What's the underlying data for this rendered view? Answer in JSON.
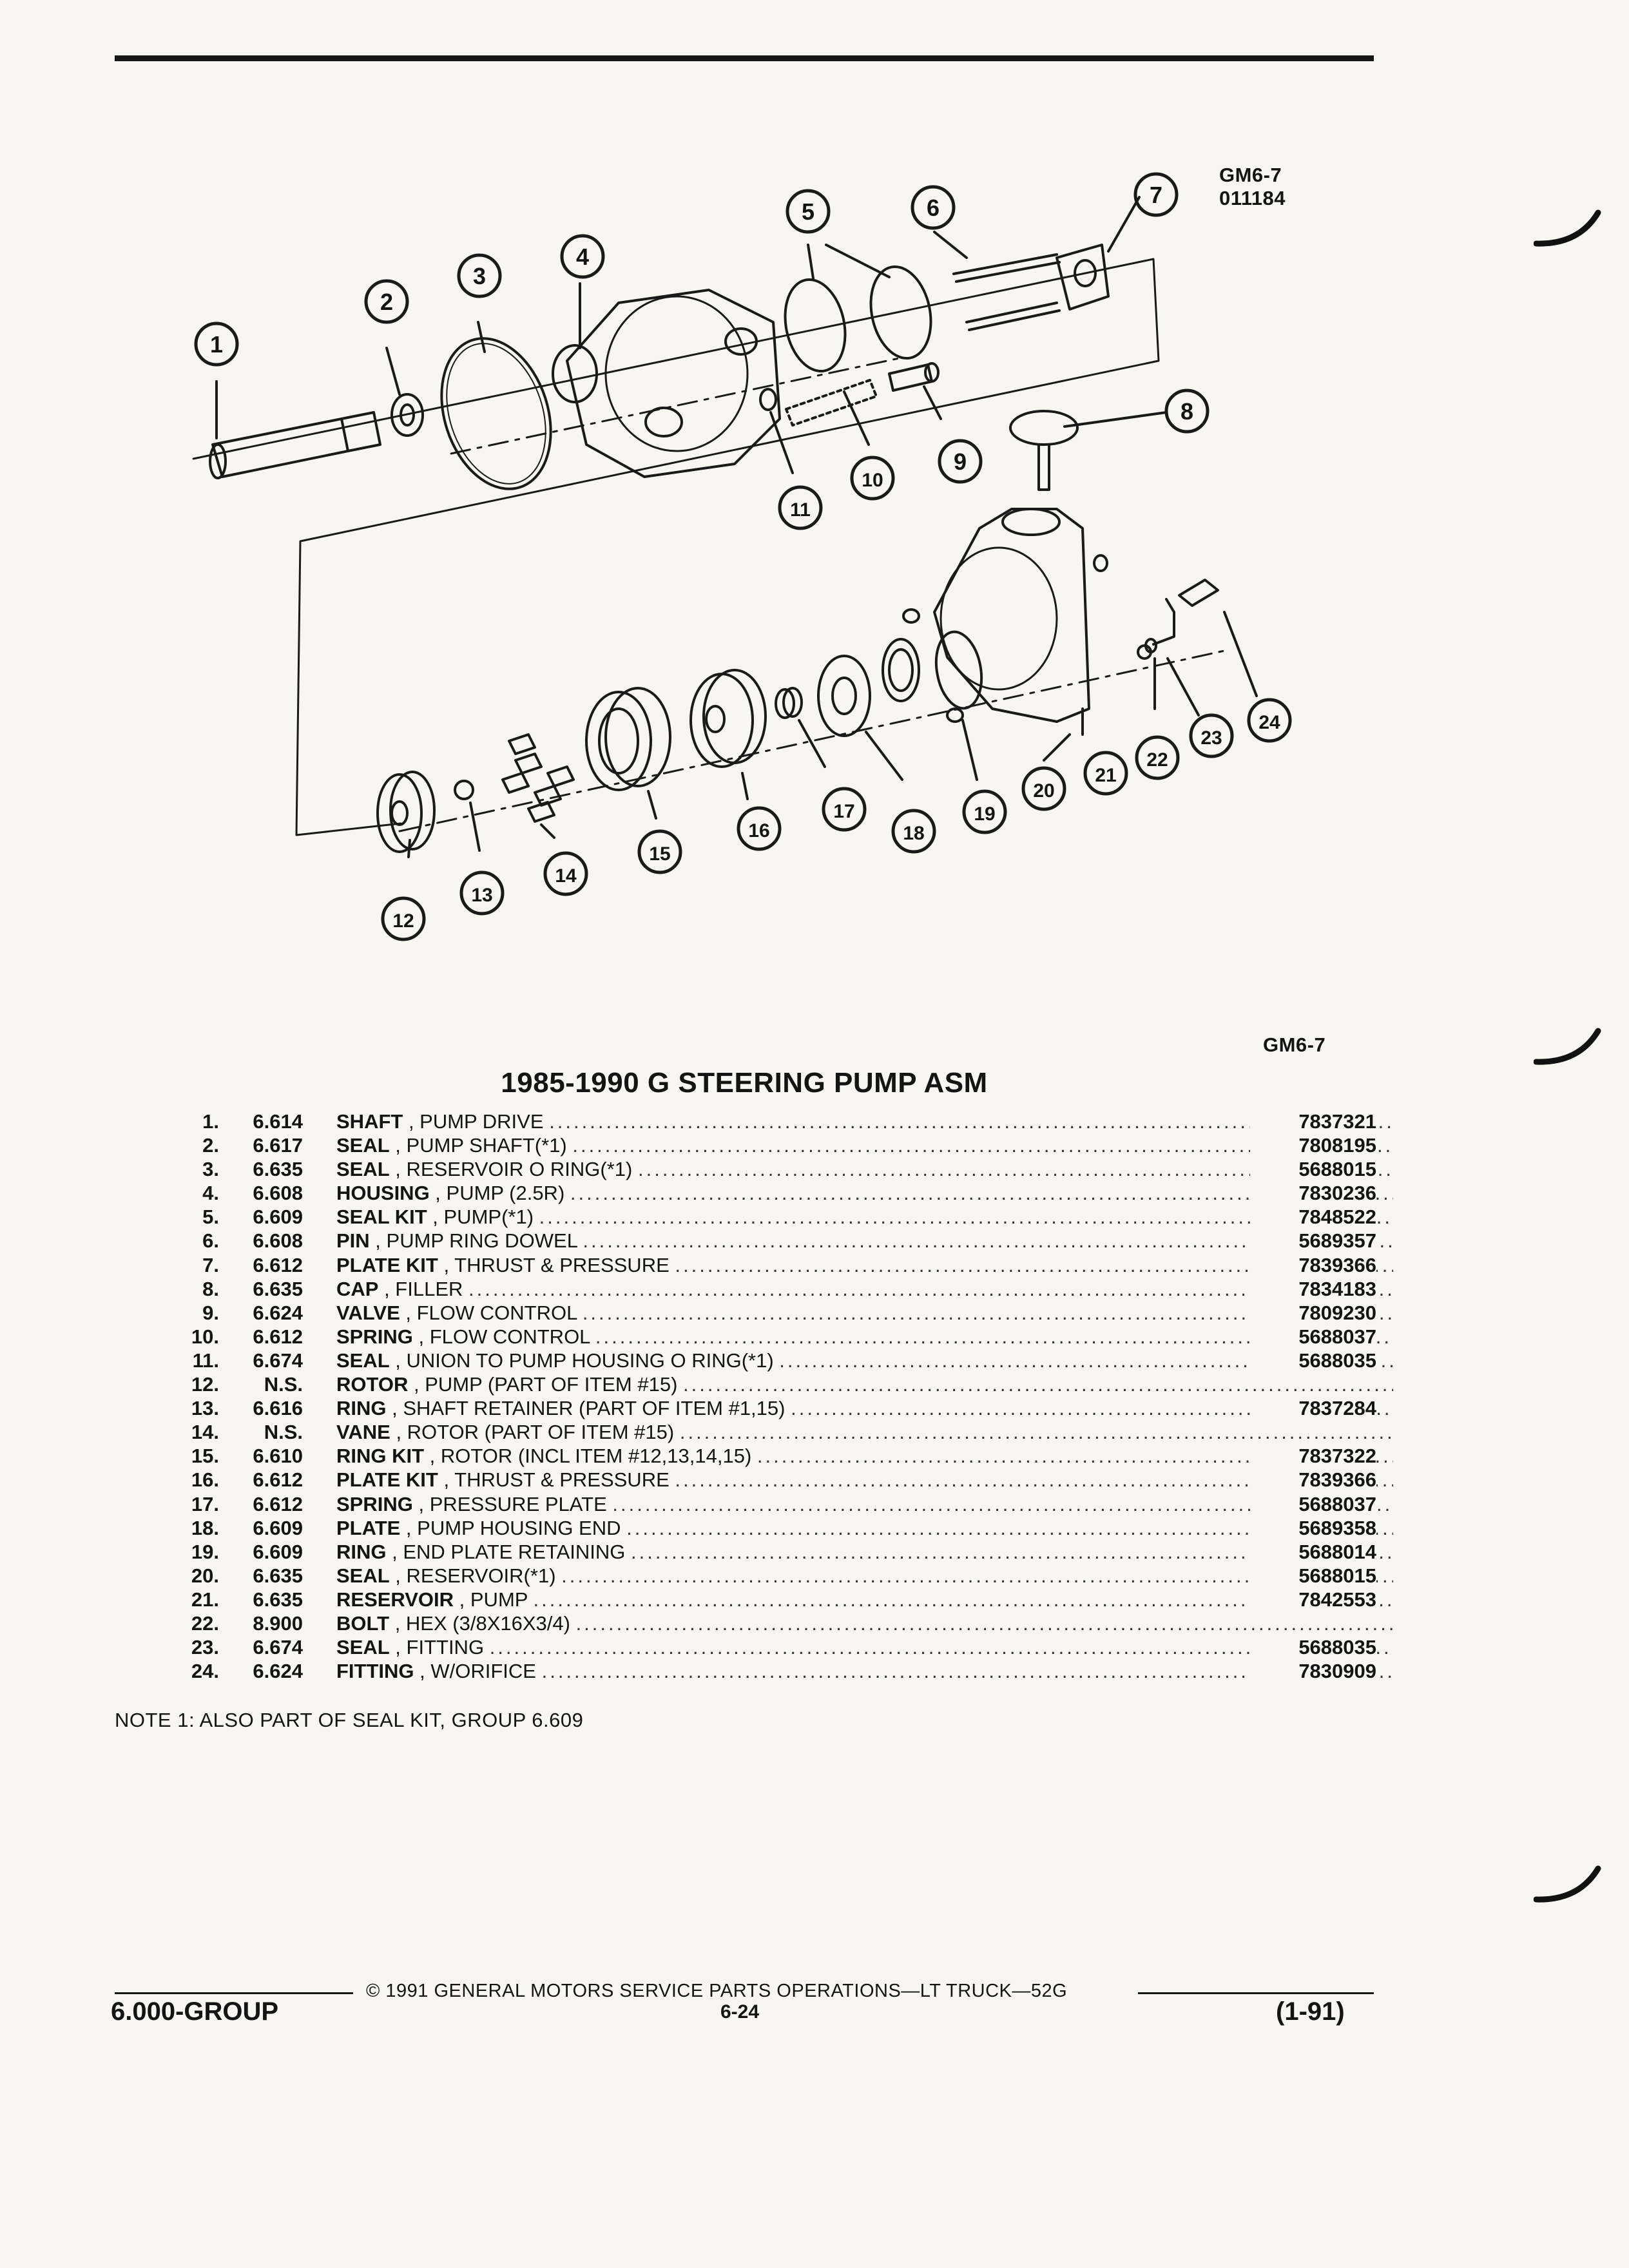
{
  "figure": {
    "code": "GM6-7",
    "number": "011184",
    "code_bottom": "GM6-7"
  },
  "callouts": [
    "1",
    "2",
    "3",
    "4",
    "5",
    "6",
    "7",
    "8",
    "9",
    "10",
    "11",
    "12",
    "13",
    "14",
    "15",
    "16",
    "17",
    "18",
    "19",
    "20",
    "21",
    "22",
    "23",
    "24"
  ],
  "title": "1985-1990 G STEERING PUMP ASM",
  "parts": [
    {
      "num": "1.",
      "group": "6.614",
      "name": "SHAFT",
      "detail": " , PUMP DRIVE",
      "part_no": "7837321"
    },
    {
      "num": "2.",
      "group": "6.617",
      "name": "SEAL",
      "detail": " , PUMP SHAFT(*1)",
      "part_no": "7808195"
    },
    {
      "num": "3.",
      "group": "6.635",
      "name": "SEAL",
      "detail": " , RESERVOIR O RING(*1)",
      "part_no": "5688015"
    },
    {
      "num": "4.",
      "group": "6.608",
      "name": "HOUSING",
      "detail": " , PUMP (2.5R)",
      "part_no": "7830236"
    },
    {
      "num": "5.",
      "group": "6.609",
      "name": "SEAL KIT",
      "detail": " , PUMP(*1)",
      "part_no": "7848522"
    },
    {
      "num": "6.",
      "group": "6.608",
      "name": "PIN",
      "detail": " , PUMP RING DOWEL",
      "part_no": "5689357"
    },
    {
      "num": "7.",
      "group": "6.612",
      "name": "PLATE KIT",
      "detail": " , THRUST & PRESSURE",
      "part_no": "7839366"
    },
    {
      "num": "8.",
      "group": "6.635",
      "name": "CAP",
      "detail": " , FILLER",
      "part_no": "7834183"
    },
    {
      "num": "9.",
      "group": "6.624",
      "name": "VALVE",
      "detail": " , FLOW CONTROL",
      "part_no": "7809230"
    },
    {
      "num": "10.",
      "group": "6.612",
      "name": "SPRING",
      "detail": " , FLOW CONTROL",
      "part_no": "5688037"
    },
    {
      "num": "11.",
      "group": "6.674",
      "name": "SEAL",
      "detail": " , UNION TO PUMP HOUSING O RING(*1)",
      "part_no": "5688035"
    },
    {
      "num": "12.",
      "group": "N.S.",
      "name": "ROTOR",
      "detail": " , PUMP (PART OF ITEM #15)",
      "part_no": ""
    },
    {
      "num": "13.",
      "group": "6.616",
      "name": "RING",
      "detail": " , SHAFT RETAINER (PART OF ITEM #1,15)",
      "part_no": "7837284"
    },
    {
      "num": "14.",
      "group": "N.S.",
      "name": "VANE",
      "detail": " , ROTOR (PART OF ITEM #15)",
      "part_no": ""
    },
    {
      "num": "15.",
      "group": "6.610",
      "name": "RING KIT",
      "detail": " , ROTOR (INCL ITEM #12,13,14,15)",
      "part_no": "7837322"
    },
    {
      "num": "16.",
      "group": "6.612",
      "name": "PLATE KIT",
      "detail": " , THRUST & PRESSURE",
      "part_no": "7839366"
    },
    {
      "num": "17.",
      "group": "6.612",
      "name": "SPRING",
      "detail": " , PRESSURE PLATE",
      "part_no": "5688037"
    },
    {
      "num": "18.",
      "group": "6.609",
      "name": "PLATE",
      "detail": " , PUMP HOUSING END",
      "part_no": "5689358"
    },
    {
      "num": "19.",
      "group": "6.609",
      "name": "RING",
      "detail": " , END PLATE RETAINING",
      "part_no": "5688014"
    },
    {
      "num": "20.",
      "group": "6.635",
      "name": "SEAL",
      "detail": " , RESERVOIR(*1)",
      "part_no": "5688015"
    },
    {
      "num": "21.",
      "group": "6.635",
      "name": "RESERVOIR",
      "detail": " , PUMP",
      "part_no": "7842553"
    },
    {
      "num": "22.",
      "group": "8.900",
      "name": "BOLT",
      "detail": " , HEX (3/8X16X3/4)",
      "part_no": ""
    },
    {
      "num": "23.",
      "group": "6.674",
      "name": "SEAL",
      "detail": " , FITTING",
      "part_no": "5688035"
    },
    {
      "num": "24.",
      "group": "6.624",
      "name": "FITTING",
      "detail": " , W/ORIFICE",
      "part_no": "7830909"
    }
  ],
  "note": "NOTE  1:  ALSO PART OF SEAL KIT, GROUP 6.609",
  "footer": {
    "copyright": "©  1991  GENERAL MOTORS SERVICE PARTS OPERATIONS—LT TRUCK—52G",
    "group": "6.000-GROUP",
    "page": "6-24",
    "date": "(1-91)"
  }
}
